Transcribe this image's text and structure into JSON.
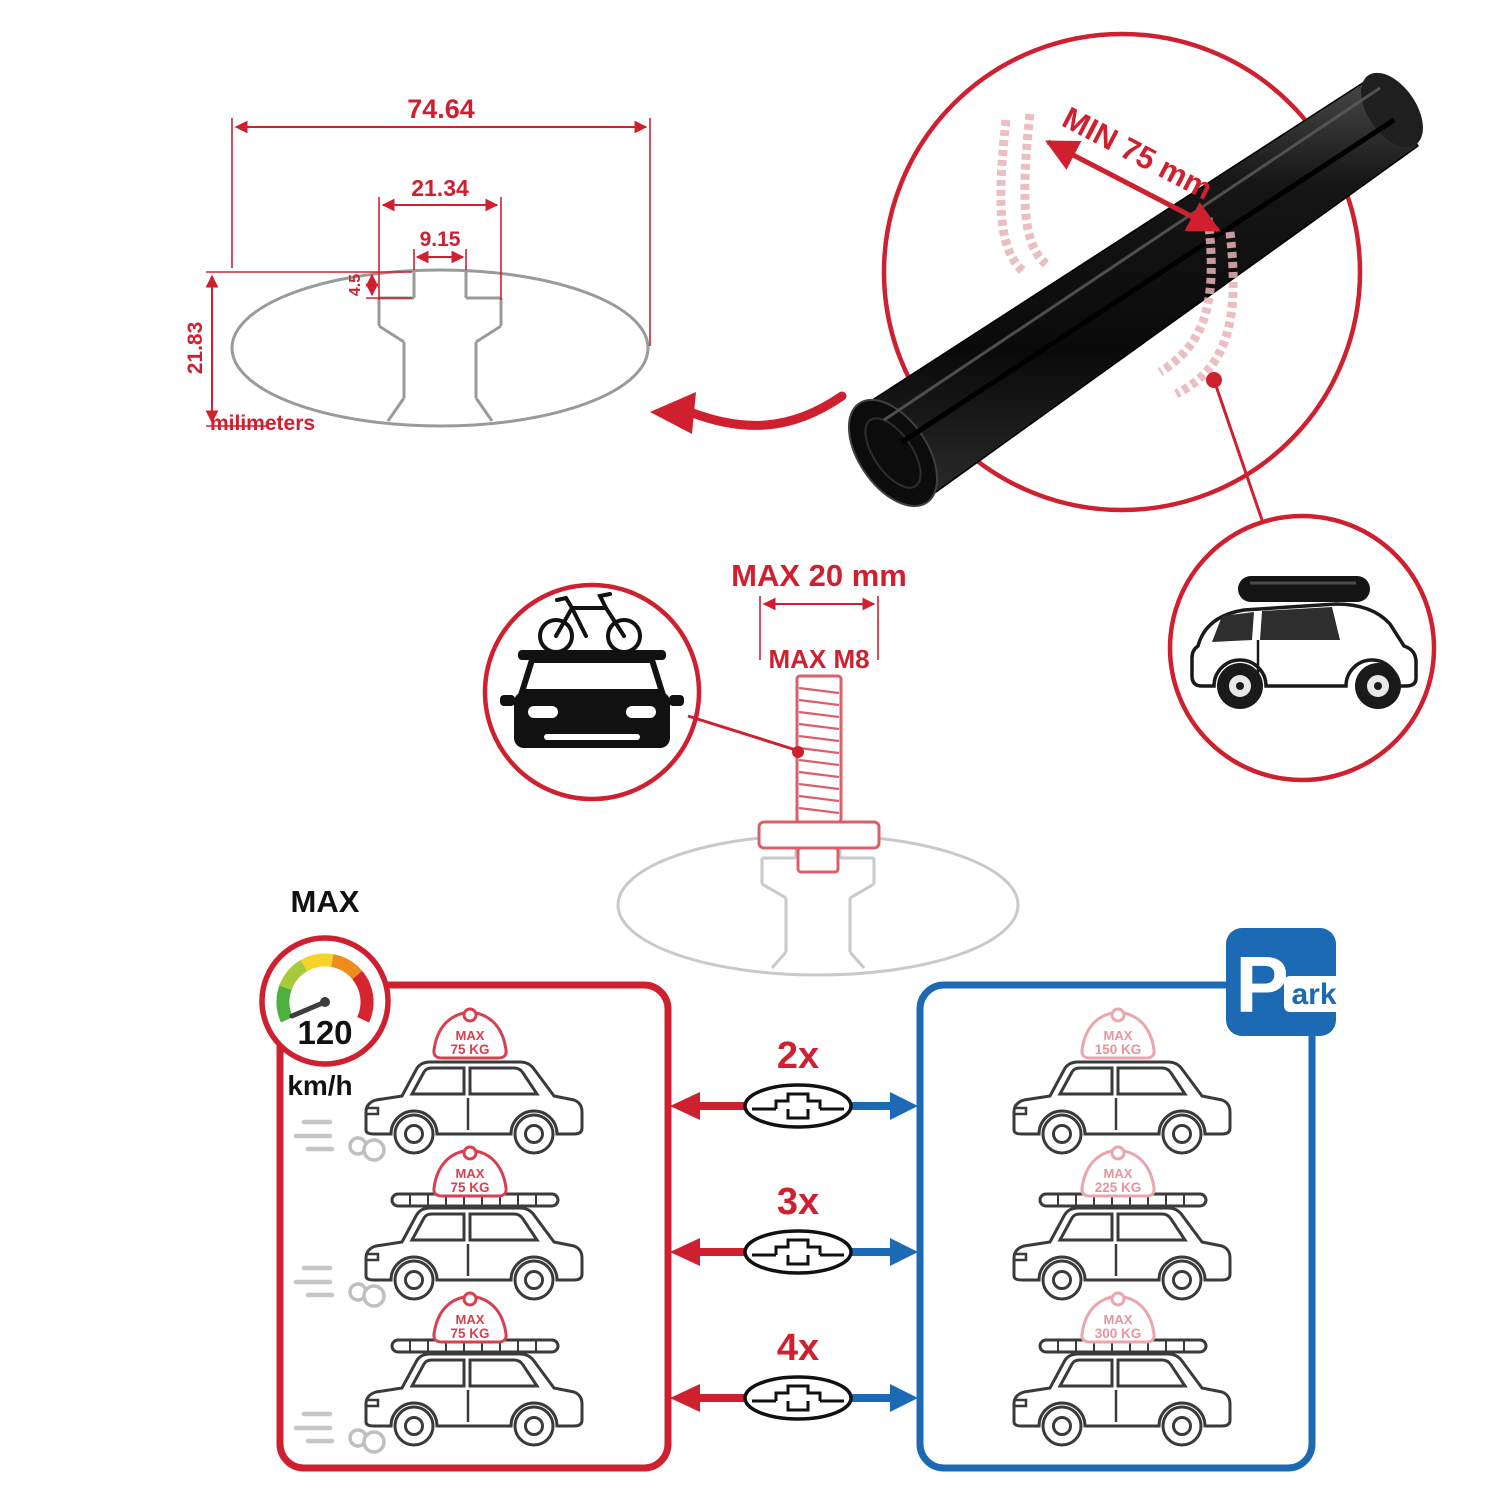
{
  "colors": {
    "red": "#cf2030",
    "blue": "#1c6ab3",
    "pink": "#e8a9b0",
    "gray": "#9a9a9a",
    "dark": "#141414"
  },
  "dimension_diagram": {
    "total_width": "74.64",
    "cavity_width": "21.34",
    "slot_width": "9.15",
    "slot_depth": "4.5",
    "total_height": "21.83",
    "units_label": "milimeters"
  },
  "crossbar_detail": {
    "min_span_label": "MIN 75 mm"
  },
  "bolt_diagram": {
    "max_width_label": "MAX 20 mm",
    "max_thread_label": "MAX M8"
  },
  "speed_limit": {
    "title": "MAX",
    "value": "120",
    "unit": "km/h"
  },
  "bar_counts": [
    "2x",
    "3x",
    "4x"
  ],
  "driving_panel": {
    "cars": [
      {
        "load_label": "MAX",
        "load_value": "75 KG"
      },
      {
        "load_label": "MAX",
        "load_value": "75 KG"
      },
      {
        "load_label": "MAX",
        "load_value": "75 KG"
      }
    ]
  },
  "parked_panel": {
    "sign_letter": "P",
    "sign_suffix": "ark",
    "cars": [
      {
        "load_label": "MAX",
        "load_value": "150 KG"
      },
      {
        "load_label": "MAX",
        "load_value": "225 KG"
      },
      {
        "load_label": "MAX",
        "load_value": "300 KG"
      }
    ]
  }
}
